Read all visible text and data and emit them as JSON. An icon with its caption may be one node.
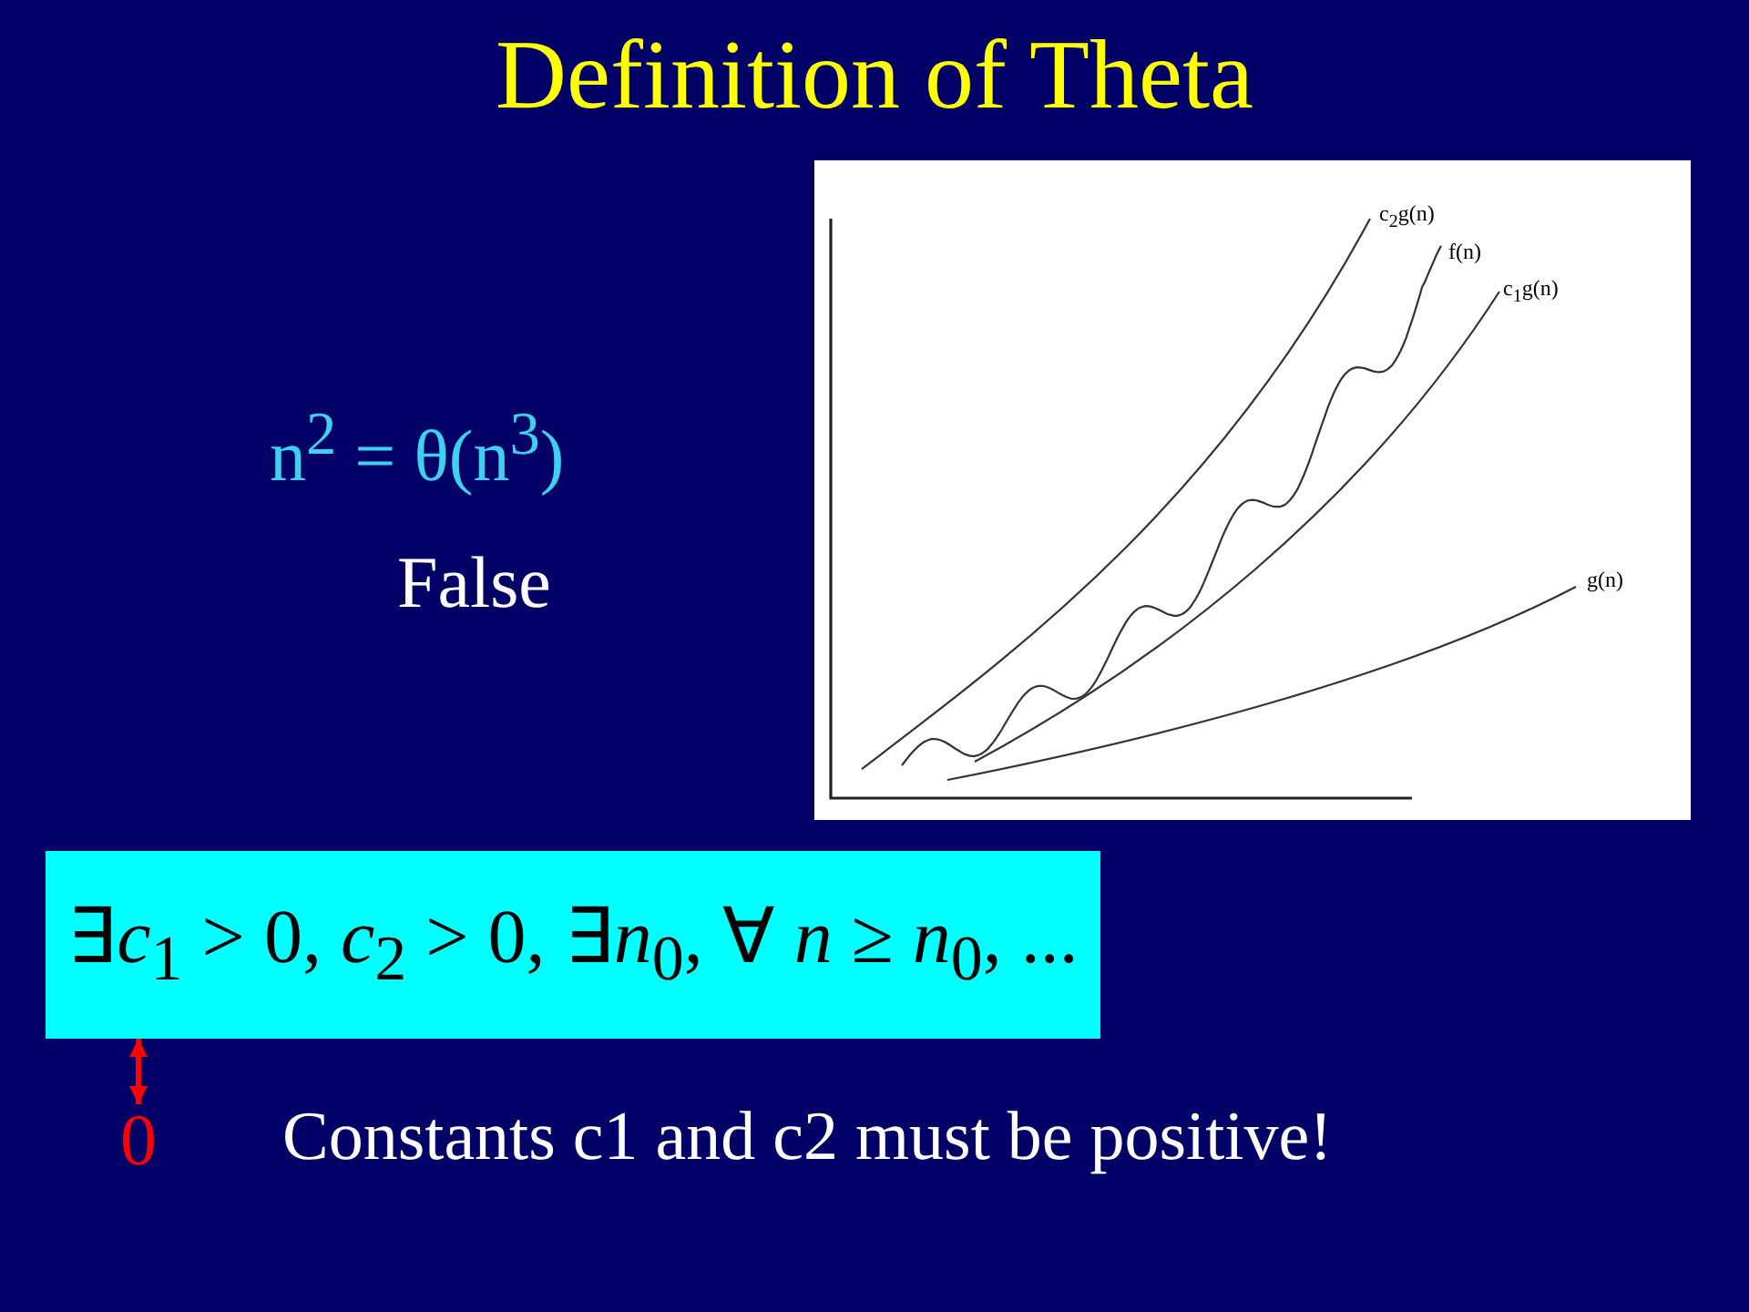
{
  "diagram": {
    "title": "Definition of Theta",
    "nodes": [
      {
        "text": [
          "∃*c*$_{1}$ > 0, *c*$_{2}$ > 0, ∃*n*$_{0}$, ∀ *n* ≥ *n*$_{0}$, ..."
        ]
      },
      {
        "text": [
          "0"
        ]
      }
    ],
    "edges": [
      {
        "from": 1,
        "to": 0,
        "arrow": "both",
        "color": "#ff0000"
      }
    ],
    "labels": [
      "c$_{2}$g(n)",
      "f(n)",
      "c$_{1}$g(n)",
      "n$^{2}$ = θ(n$^{3}$)",
      "False",
      "g(n)",
      "Constants c1 and c2 must be positive!"
    ]
  }
}
